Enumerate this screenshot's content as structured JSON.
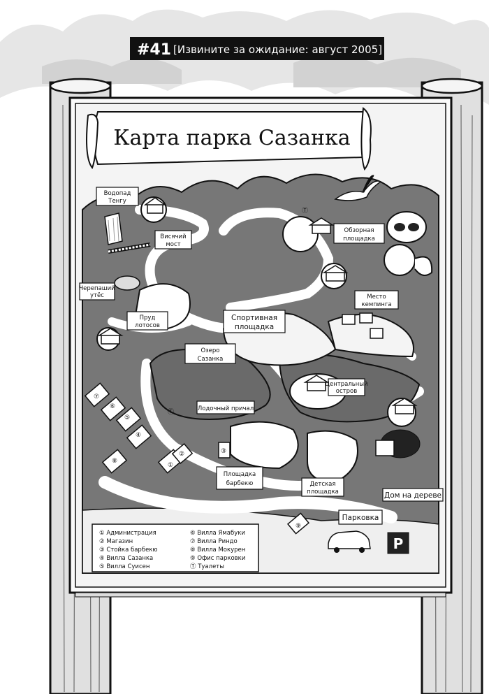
{
  "chapter": {
    "number": "#41",
    "title": "[Извините за ожидание: август 2005]"
  },
  "map": {
    "title": "Карта парка Сазанка",
    "places": {
      "waterfall": [
        "Водопад",
        "Тенгу"
      ],
      "bridge": [
        "Висячий",
        "мост"
      ],
      "turtle_rock": [
        "Черепаший",
        "утёс"
      ],
      "lotus_pond": [
        "Пруд",
        "лотосов"
      ],
      "observation": [
        "Обзорная",
        "площадка"
      ],
      "camping": [
        "Место",
        "кемпинга"
      ],
      "sports": [
        "Спортивная",
        "площадка"
      ],
      "lake": [
        "Озеро",
        "Сазанка"
      ],
      "island": [
        "Центральный",
        "остров"
      ],
      "pier": "Лодочный причал",
      "bbq": [
        "Площадка",
        "барбекю"
      ],
      "playground": [
        "Детская",
        "площадка"
      ],
      "treehouse": "Дом на дереве",
      "parking": "Парковка",
      "parking_sign": "P"
    },
    "legend": [
      "① Администрация",
      "② Магазин",
      "③ Стойка барбекю",
      "④ Вилла Сазанка",
      "⑤ Вилла Суисен",
      "⑥ Вилла Ямабуки",
      "⑦ Вилла Риндо",
      "⑧ Вилла Мокурен",
      "⑨ Офис парковки",
      "Ⓣ Туалеты"
    ],
    "markers": [
      "①",
      "②",
      "③",
      "④",
      "⑤",
      "⑥",
      "⑦",
      "⑧",
      "⑨",
      "Ⓣ"
    ]
  },
  "colors": {
    "ink": "#111111",
    "board": "#f4f4f4",
    "map_fill": "#6e6e6e",
    "path": "#ffffff",
    "post": "#d9d9d9"
  }
}
